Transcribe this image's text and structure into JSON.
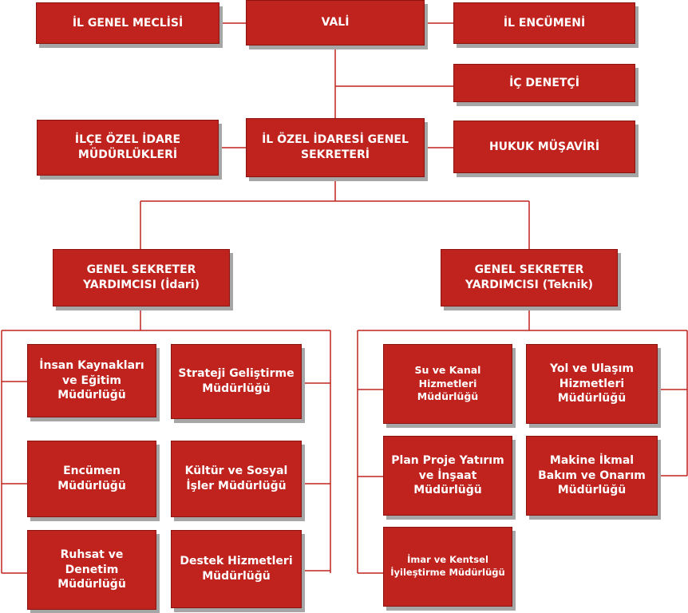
{
  "colors": {
    "box_fill": "#c0231d",
    "box_border": "#8a1410",
    "shadow": "#a6a6a6",
    "connector": "#c0231d",
    "text": "#ffffff"
  },
  "boxes": {
    "il_genel_meclisi": "İL GENEL MECLİSİ",
    "vali": "VALİ",
    "il_encumeni": "İL ENCÜMENİ",
    "ic_denetci": "İÇ DENETÇİ",
    "ilce_ozel_idare": "İLÇE ÖZEL İDARE MÜDÜRLÜKLERİ",
    "genel_sekreter": "İL ÖZEL İDARESİ GENEL SEKRETERİ",
    "hukuk_musaviri": "HUKUK MÜŞAVİRİ",
    "gsy_idari": "GENEL SEKRETER YARDIMCISI (İdari)",
    "gsy_teknik": "GENEL SEKRETER YARDIMCISI (Teknik)",
    "insan_kaynaklari": "İnsan Kaynakları ve Eğitim Müdürlüğü",
    "strateji": "Strateji Geliştirme Müdürlüğü",
    "encumen": "Encümen Müdürlüğü",
    "kultur": "Kültür ve Sosyal İşler Müdürlüğü",
    "ruhsat": "Ruhsat ve Denetim Müdürlüğü",
    "destek": "Destek Hizmetleri Müdürlüğü",
    "su_kanal": "Su ve Kanal Hizmetleri Müdürlüğü",
    "yol_ulasim": "Yol ve Ulaşım Hizmetleri Müdürlüğü",
    "plan_proje": "Plan Proje Yatırım ve İnşaat Müdürlüğü",
    "makine": "Makine İkmal Bakım ve Onarım Müdürlüğü",
    "imar": "İmar ve Kentsel İyileştirme Müdürlüğü"
  }
}
